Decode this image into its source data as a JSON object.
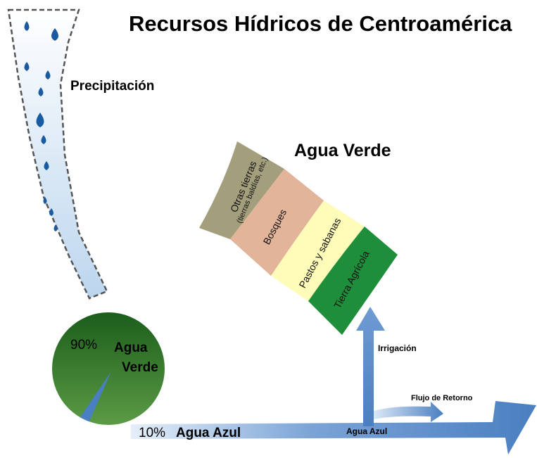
{
  "title": "Recursos Hídricos de Centroamérica",
  "precipitation": {
    "label": "Precipitación"
  },
  "green_water": {
    "heading": "Agua Verde",
    "bands": [
      {
        "label": "Otras tierras",
        "sublabel": "(tierras baldías, etc.)",
        "color": "#a39e7c"
      },
      {
        "label": "Bosques",
        "sublabel": "",
        "color": "#e2b49a"
      },
      {
        "label": "Pastos y sabanas",
        "sublabel": "",
        "color": "#fffbb8"
      },
      {
        "label": "Tierra Agrícola",
        "sublabel": "",
        "color": "#1f8e3a"
      }
    ]
  },
  "pie": {
    "slices": [
      {
        "label_line1": "Agua",
        "label_line2": "Verde",
        "percent_text": "90%",
        "value": 90,
        "color": "#2f7d2a"
      },
      {
        "label": "Agua Azul",
        "percent_text": "10%",
        "value": 10,
        "color": "#4a7fc1"
      }
    ]
  },
  "flows": {
    "irrigation": "Irrigación",
    "return_flow": "Flujo de Retorno",
    "blue_water": "Agua Azul"
  },
  "colors": {
    "blue": "#4a7fc1",
    "light_blue": "#c8ddf2",
    "drop": "#1a5aa0"
  }
}
